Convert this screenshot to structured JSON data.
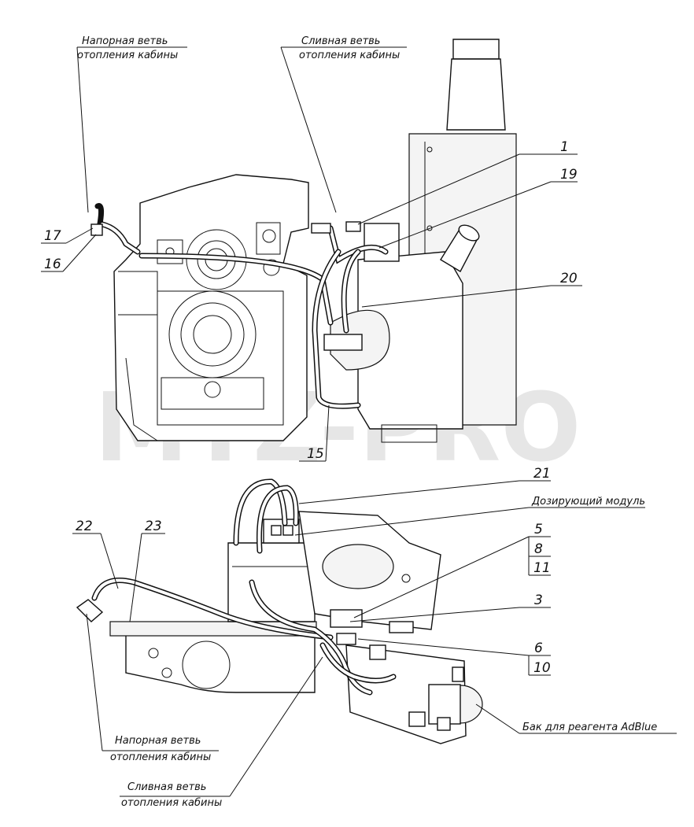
{
  "watermark": "MTZ-PRO",
  "top_view": {
    "captions": {
      "supply_branch": [
        "Напорная ветвь",
        "отопления кабины"
      ],
      "return_branch": [
        "Сливная ветвь",
        "отопления кабины"
      ]
    },
    "callouts": {
      "c1": "1",
      "c19": "19",
      "c20": "20",
      "c17": "17",
      "c16": "16",
      "c15": "15"
    }
  },
  "bottom_view": {
    "captions": {
      "dosing_module": "Дозирующий модуль",
      "adblue_tank": "Бак для реагента AdBlue",
      "supply_branch": [
        "Напорная ветвь",
        "отопления кабины"
      ],
      "return_branch": [
        "Сливная ветвь",
        "отопления кабины"
      ]
    },
    "callouts": {
      "c21": "21",
      "c22": "22",
      "c23": "23",
      "c5": "5",
      "c8": "8",
      "c11": "11",
      "c3": "3",
      "c6": "6",
      "c10": "10"
    }
  }
}
